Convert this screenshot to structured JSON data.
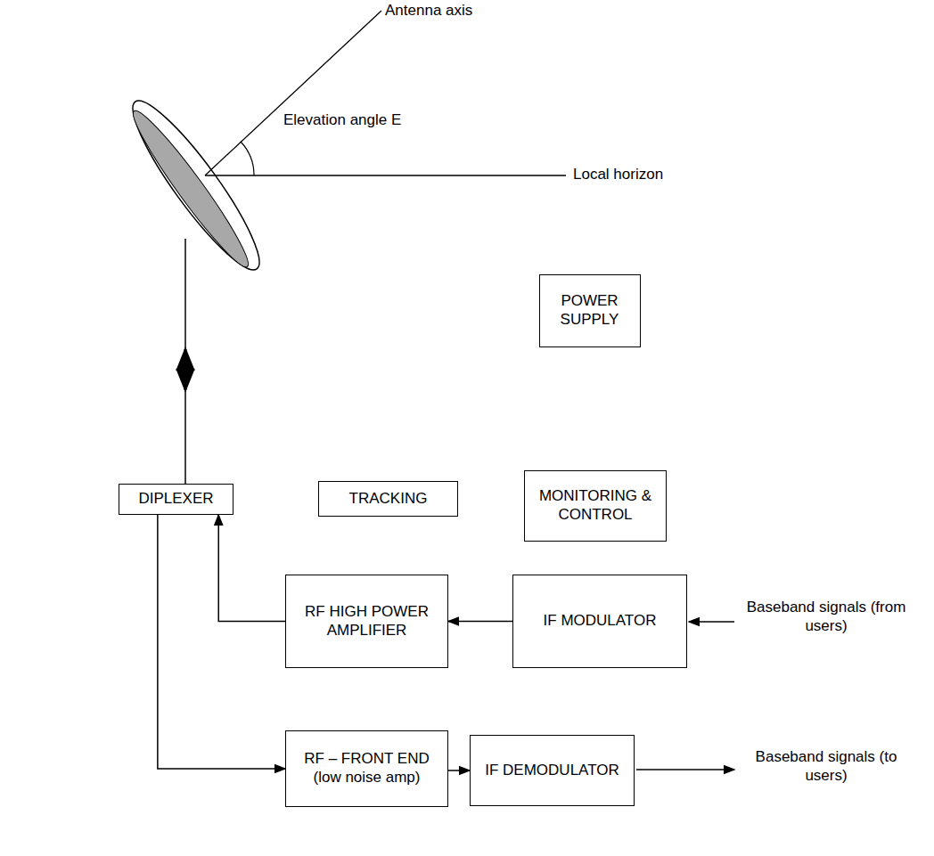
{
  "diagram": {
    "nodes": [
      {
        "text": [
          "POWER SUPPLY"
        ]
      },
      {
        "text": [
          "DIPLEXER"
        ]
      },
      {
        "text": [
          "TRACKING"
        ]
      },
      {
        "text": [
          "MONITORING & CONTROL"
        ]
      },
      {
        "text": [
          "RF HIGH POWER AMPLIFIER"
        ]
      },
      {
        "text": [
          "IF MODULATOR"
        ]
      },
      {
        "text": [
          "RF – FRONT END",
          "(low noise amp)"
        ]
      },
      {
        "text": [
          "IF DEMODULATOR"
        ]
      }
    ],
    "edges": [
      {
        "from": 5,
        "to": 4,
        "arrow": "to"
      },
      {
        "from": 4,
        "to": 1,
        "arrow": "to"
      },
      {
        "from": 1,
        "to": 6,
        "arrow": "to"
      },
      {
        "from": 6,
        "to": 7,
        "arrow": "to"
      }
    ],
    "labels": [
      "Antenna axis",
      "Elevation angle E",
      "Local horizon",
      "Baseband signals (from users)",
      "Baseband signals (to users)"
    ]
  }
}
